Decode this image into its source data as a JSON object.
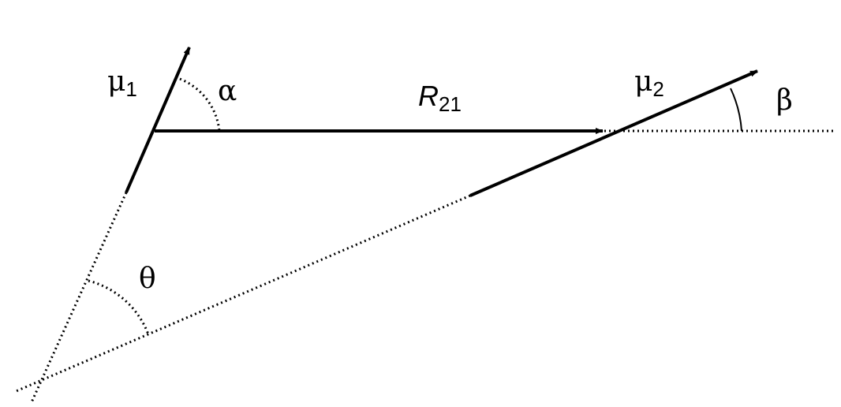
{
  "labels": {
    "mu1": "μ",
    "mu1_sub": "1",
    "alpha": "α",
    "R": "R",
    "R_sub": "21",
    "mu2": "μ",
    "mu2_sub": "2",
    "beta": "β",
    "theta": "θ"
  }
}
